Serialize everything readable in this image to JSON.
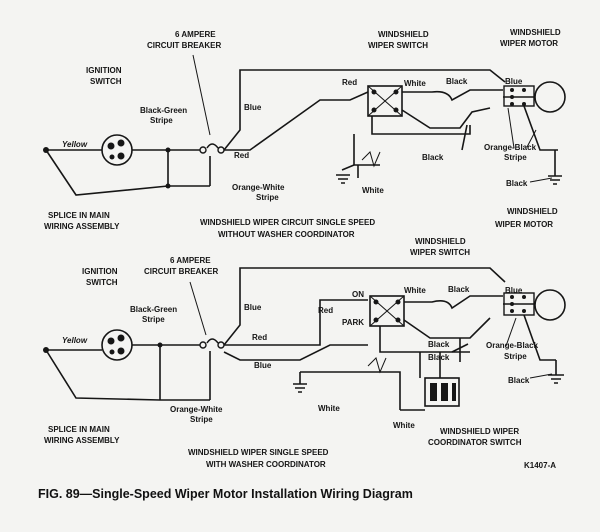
{
  "caption": "FIG. 89—Single-Speed Wiper Motor Installation Wiring Diagram",
  "ref_code": "K1407-A",
  "top": {
    "title_line1": "WINDSHIELD WIPER CIRCUIT SINGLE SPEED",
    "title_line2": "WITHOUT WASHER COORDINATOR",
    "breaker_l1": "6 AMPERE",
    "breaker_l2": "CIRCUIT BREAKER",
    "ign_l1": "IGNITION",
    "ign_l2": "SWITCH",
    "switch_l1": "WINDSHIELD",
    "switch_l2": "WIPER SWITCH",
    "motor_l1": "WINDSHIELD",
    "motor_l2": "WIPER MOTOR",
    "splice_l1": "SPLICE IN MAIN",
    "splice_l2": "WIRING ASSEMBLY",
    "yellow": "Yellow",
    "bg_l1": "Black-Green",
    "bg_l2": "Stripe",
    "blue": "Blue",
    "red": "Red",
    "ow_l1": "Orange-White",
    "ow_l2": "Stripe",
    "white_sw": "White",
    "black_sw": "Black",
    "blue_m": "Blue",
    "black_m": "Black",
    "ob_l1": "Orange-Black",
    "ob_l2": "Stripe",
    "black_gnd": "Black",
    "red_sw": "Red",
    "white_gnd": "White"
  },
  "bottom": {
    "title_line1": "WINDSHIELD WIPER SINGLE SPEED",
    "title_line2": "WITH WASHER COORDINATOR",
    "breaker_l1": "6 AMPERE",
    "breaker_l2": "CIRCUIT BREAKER",
    "ign_l1": "IGNITION",
    "ign_l2": "SWITCH",
    "switch_l1": "WINDSHIELD",
    "switch_l2": "WIPER SWITCH",
    "motor_l1": "WINDSHIELD",
    "motor_l2": "WIPER MOTOR",
    "splice_l1": "SPLICE IN MAIN",
    "splice_l2": "WIRING ASSEMBLY",
    "yellow": "Yellow",
    "bg_l1": "Black-Green",
    "bg_l2": "Stripe",
    "blue1": "Blue",
    "red1": "Red",
    "blue2": "Blue",
    "ow_l1": "Orange-White",
    "ow_l2": "Stripe",
    "red_sw": "Red",
    "on": "ON",
    "park": "PARK",
    "white_sw": "White",
    "black_sw": "Black",
    "blue_m": "Blue",
    "black_c1": "Black",
    "black_c2": "Black",
    "ob_l1": "Orange-Black",
    "ob_l2": "Stripe",
    "black_gnd": "Black",
    "white1": "White",
    "white2": "White",
    "coord_l1": "WINDSHIELD WIPER",
    "coord_l2": "COORDINATOR SWITCH"
  }
}
